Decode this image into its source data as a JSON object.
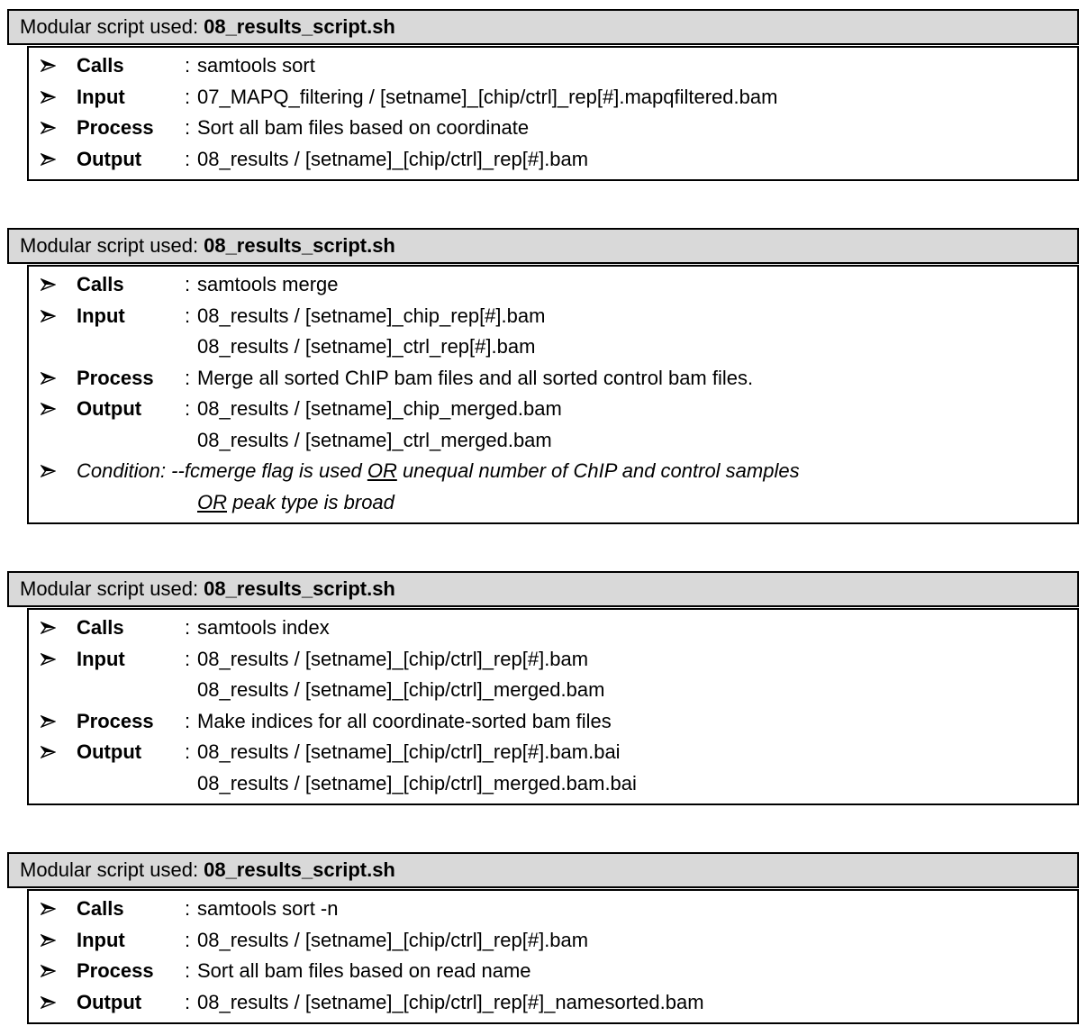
{
  "header": {
    "label": "Modular script used:",
    "script_name": "08_results_script.sh"
  },
  "punct": {
    "colon": ":"
  },
  "colors": {
    "header_bg": "#d9d9d9",
    "border": "#000000",
    "text": "#000000",
    "page_bg": "#ffffff"
  },
  "icons": {
    "bullet": "three-d-rightwards-arrowhead"
  },
  "boxes": [
    {
      "rows": [
        {
          "type": "entry",
          "label": "Calls",
          "text": "samtools sort"
        },
        {
          "type": "entry",
          "label": "Input",
          "text": "07_MAPQ_filtering / [setname]_[chip/ctrl]_rep[#].mapqfiltered.bam"
        },
        {
          "type": "entry",
          "label": "Process",
          "text": "Sort all bam files based on coordinate"
        },
        {
          "type": "entry",
          "label": "Output",
          "text": "08_results / [setname]_[chip/ctrl]_rep[#].bam"
        }
      ]
    },
    {
      "rows": [
        {
          "type": "entry",
          "label": "Calls",
          "text": "samtools merge"
        },
        {
          "type": "entry",
          "label": "Input",
          "text": "08_results / [setname]_chip_rep[#].bam"
        },
        {
          "type": "cont",
          "text": "08_results / [setname]_ctrl_rep[#].bam"
        },
        {
          "type": "entry",
          "label": "Process",
          "text": "Merge all sorted ChIP bam files and all sorted control bam files."
        },
        {
          "type": "entry",
          "label": "Output",
          "text": "08_results / [setname]_chip_merged.bam"
        },
        {
          "type": "cont",
          "text": "08_results / [setname]_ctrl_merged.bam"
        },
        {
          "type": "condition",
          "segments": [
            {
              "t": "Condition: --fcmerge flag is used "
            },
            {
              "t": "OR",
              "u": true
            },
            {
              "t": " unequal number of ChIP and control samples"
            }
          ]
        },
        {
          "type": "cont",
          "italic": true,
          "segments": [
            {
              "t": "OR",
              "u": true
            },
            {
              "t": " peak type is broad"
            }
          ]
        }
      ]
    },
    {
      "rows": [
        {
          "type": "entry",
          "label": "Calls",
          "text": "samtools index"
        },
        {
          "type": "entry",
          "label": "Input",
          "text": "08_results / [setname]_[chip/ctrl]_rep[#].bam"
        },
        {
          "type": "cont",
          "text": "08_results / [setname]_[chip/ctrl]_merged.bam"
        },
        {
          "type": "entry",
          "label": "Process",
          "text": "Make indices for all coordinate-sorted bam files"
        },
        {
          "type": "entry",
          "label": "Output",
          "text": "08_results / [setname]_[chip/ctrl]_rep[#].bam.bai"
        },
        {
          "type": "cont",
          "text": "08_results / [setname]_[chip/ctrl]_merged.bam.bai"
        }
      ]
    },
    {
      "rows": [
        {
          "type": "entry",
          "label": "Calls",
          "text": "samtools sort -n"
        },
        {
          "type": "entry",
          "label": "Input",
          "text": "08_results / [setname]_[chip/ctrl]_rep[#].bam"
        },
        {
          "type": "entry",
          "label": "Process",
          "text": "Sort all bam files based on read name"
        },
        {
          "type": "entry",
          "label": "Output",
          "text": "08_results / [setname]_[chip/ctrl]_rep[#]_namesorted.bam"
        }
      ]
    }
  ]
}
